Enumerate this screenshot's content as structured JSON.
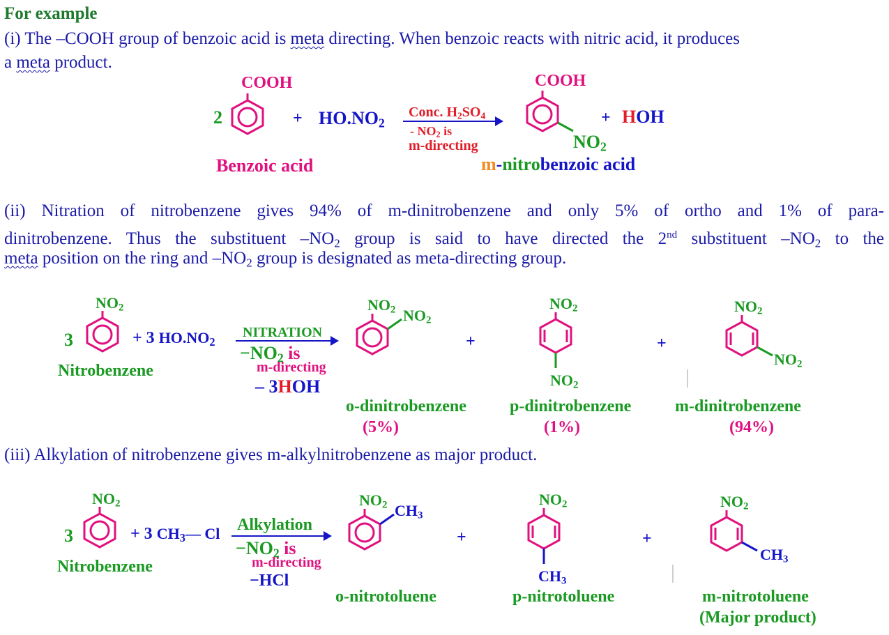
{
  "heading": "For example",
  "p1": {
    "a": "(i) The –COOH group of benzoic acid is ",
    "meta": "meta",
    "b": " directing. When benzoic reacts with nitric acid, it produces",
    "c": "a ",
    "meta2": "meta",
    "d": " product."
  },
  "r1": {
    "coeff": "2",
    "cooh_left": "COOH",
    "plus1": "+",
    "hono2": "HO.NO",
    "hono2_sub": "2",
    "cond_a": "Conc. H",
    "cond_a_sub1": "2",
    "cond_a_b": "SO",
    "cond_a_sub2": "4",
    "cond_b": "- NO",
    "cond_b_sub": "2",
    "cond_b2": " is",
    "cond_c": "m-directing",
    "cooh_right": "COOH",
    "no2_right": "NO",
    "no2_right_sub": "2",
    "plus2": "+",
    "h": "H",
    "oh": "OH",
    "label_left": "Benzoic acid",
    "label_m": "m",
    "label_dash": "-",
    "label_nitro": "nitro",
    "label_benzoic": "benzoic acid"
  },
  "p2": {
    "line1": "(ii) Nitration of nitrobenzene gives 94% of m-dinitrobenzene and only 5% of ortho and 1% of para-",
    "line2a": "dinitrobenzene. Thus the substituent –NO",
    "line2sub": "2",
    "line2b": " group is said to have directed the 2",
    "line2sup": "nd",
    "line2c": " substituent –NO",
    "line2sub2": "2",
    "line2d": " to the",
    "line3meta": "meta",
    "line3a": " position on the ring and –NO",
    "line3sub": "2",
    "line3b": " group is designated as meta-directing group."
  },
  "r2": {
    "no2": "NO",
    "sub2": "2",
    "coeff": "3",
    "plus_3": "+ 3 ",
    "hono2": "HO.NO",
    "nitration": "NITRATION",
    "cond_no2": "−NO",
    "cond_is": " is",
    "cond_m": "m-directing",
    "cond_hoh_a": "– 3",
    "cond_hoh_h": "H",
    "cond_hoh_b": "OH",
    "label_nb": "Nitrobenzene",
    "plus": "+",
    "label_o": "o-dinitrobenzene",
    "pct_o": "(5%)",
    "label_p": "p-dinitrobenzene",
    "pct_p": "(1%)",
    "label_m": "m-dinitrobenzene",
    "pct_m": "(94%)"
  },
  "p3": "(iii) Alkylation of nitrobenzene gives m-alkylnitrobenzene as major product.",
  "r3": {
    "coeff": "3",
    "plus_3": "+ 3 ",
    "ch3cl_a": "CH",
    "ch3cl_sub": "3",
    "ch3cl_b": "— Cl",
    "alkylation": "Alkylation",
    "cond_no2": "−NO",
    "cond_is": " is",
    "cond_m": "m-directing",
    "cond_hcl": "−HCl",
    "ch3": "CH",
    "ch3_sub": "3",
    "label_nb": "Nitrobenzene",
    "plus": "+",
    "label_o": "o-nitrotoluene",
    "label_p": "p-nitrotoluene",
    "label_m": "m-nitrotoluene",
    "label_major": "(Major product)"
  },
  "colors": {
    "text_blue": "#1a1aa8",
    "heading_green": "#1f7a2e",
    "pink": "#e0117f",
    "green": "#1a9a22",
    "blue": "#1515c8",
    "red": "#e01e2a",
    "orange": "#f28a1e"
  }
}
